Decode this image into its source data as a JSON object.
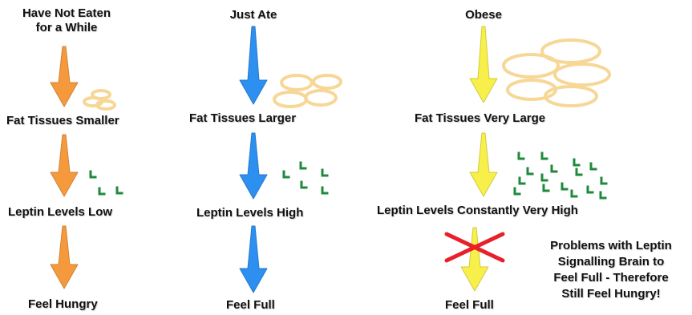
{
  "colors": {
    "orange": "#f5993d",
    "blue": "#2d8ff0",
    "yellow": "#f7ef4a",
    "fat_ring": "#f7d796",
    "leptin": "#1f8a3c",
    "cross": "#e8202a"
  },
  "columns": [
    {
      "id": "not-eaten",
      "title_lines": [
        "Have Not Eaten",
        "for a While"
      ],
      "fat_label": "Fat Tissues Smaller",
      "leptin_label": "Leptin Levels Low",
      "result_label": "Feel Hungry",
      "arrow_color": "orange"
    },
    {
      "id": "just-ate",
      "title": "Just Ate",
      "fat_label": "Fat Tissues Larger",
      "leptin_label": "Leptin Levels High",
      "result_label": "Feel Full",
      "arrow_color": "blue"
    },
    {
      "id": "obese",
      "title": "Obese",
      "fat_label": "Fat Tissues Very Large",
      "leptin_label": "Leptin Levels Constantly Very High",
      "result_label": "Feel Full",
      "arrow_color": "yellow"
    }
  ],
  "note_lines": [
    "Problems with Leptin",
    "Signalling Brain to",
    "Feel Full - Therefore",
    "Still Feel Hungry!"
  ]
}
